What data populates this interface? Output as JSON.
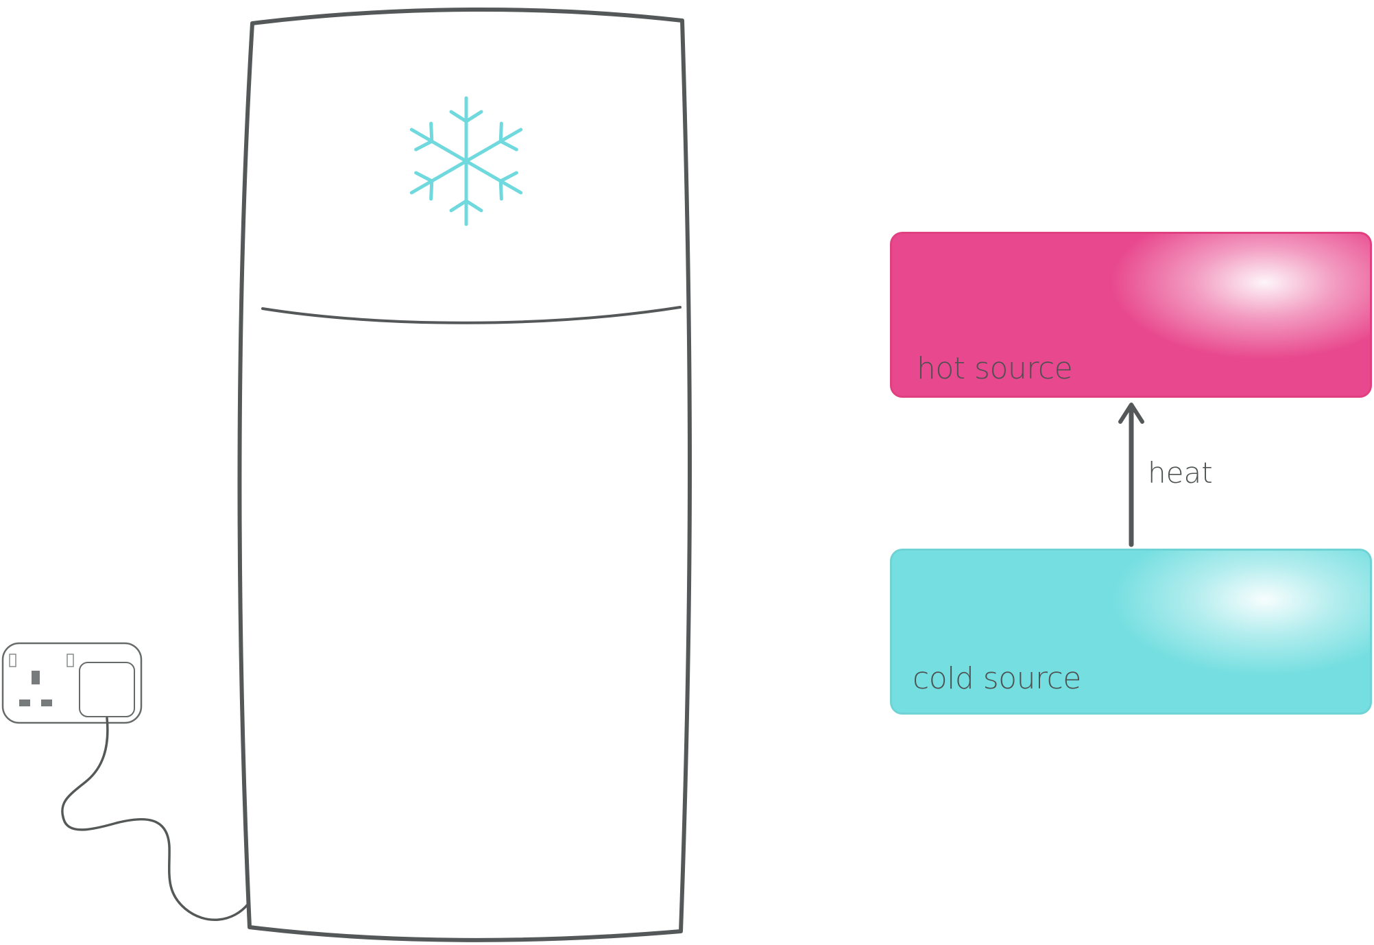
{
  "diagram": {
    "hot_source_label": "hot source",
    "cold_source_label": "cold source",
    "heat_label": "heat"
  },
  "colors": {
    "hot": "#e8488d",
    "cold": "#74dee0",
    "outline": "#555858",
    "snowflake": "#6fd9de"
  },
  "icons": {
    "snowflake": "snowflake-icon",
    "fridge": "fridge-icon",
    "socket": "wall-socket-icon",
    "arrow": "arrow-up-icon"
  }
}
